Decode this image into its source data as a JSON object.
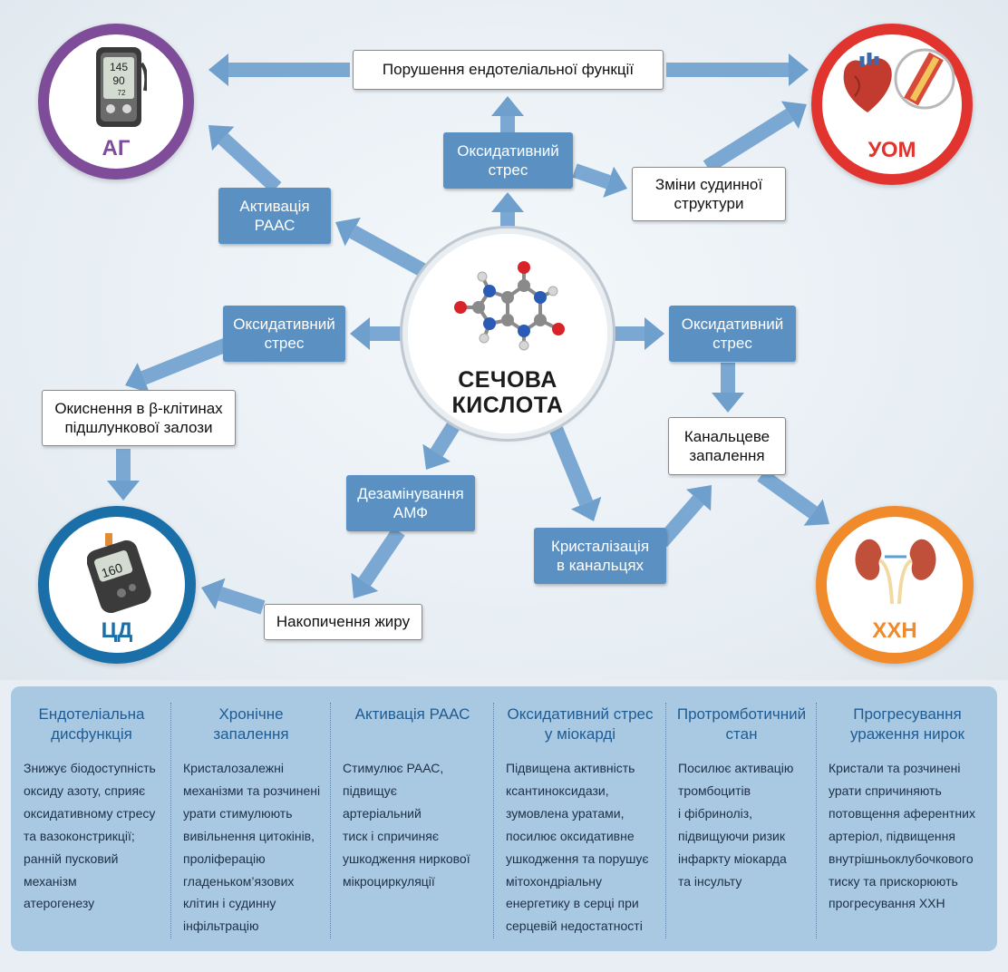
{
  "center": {
    "title": "СЕЧОВА\nКИСЛОТА"
  },
  "outcomes": {
    "ag": "АГ",
    "uom": "УОМ",
    "cd": "ЦД",
    "xxn": "ХХН"
  },
  "bp_monitor": {
    "sys": "145",
    "dia": "90",
    "pulse": "72"
  },
  "glucometer": {
    "reading": "160"
  },
  "boxes": {
    "endothelial": "Порушення ендотеліальної функції",
    "oxidative_top": "Оксидативний\nстрес",
    "vascular": "Зміни судинної\nструктури",
    "raas": "Активація\nРААС",
    "oxidative_left": "Оксидативний\nстрес",
    "oxidative_right": "Оксидативний\nстрес",
    "beta_cells": "Окиснення в β-клітинах\nпідшлункової залози",
    "tubular": "Канальцеве\nзапалення",
    "amp": "Дезамінування\nАМФ",
    "crystal": "Кристалізація\nв канальцях",
    "fat": "Накопичення жиру"
  },
  "table": {
    "columns": [
      {
        "heading": "Ендотеліальна\nдисфункція",
        "text": "Знижує біодоступність\nоксиду азоту, сприяє\nоксидативному стресу\nта вазоконстрикції;\nранній пусковий\nмеханізм\nатерогенезу"
      },
      {
        "heading": "Хронічне\nзапалення",
        "text": "Кристалозалежні\nмеханізми та розчинені\nурати стимулюють\nвивільнення цитокінів,\nпроліферацію\nгладеньком’язових\nклітин і судинну\nінфільтрацію"
      },
      {
        "heading": "Активація РААС",
        "text": "Стимулює РААС,\nпідвищує\nартеріальний\nтиск і спричиняє\nушкодження ниркової\nмікроциркуляції"
      },
      {
        "heading": "Оксидативний стрес\nу міокарді",
        "text": "Підвищена активність\nксантиноксидази,\nзумовлена уратами,\nпосилює оксидативне\nушкодження та порушує\nмітохондріальну\nенергетику в серці при\nсерцевій недостатності"
      },
      {
        "heading": "Протромботичний\nстан",
        "text": "Посилює активацію\nтромбоцитів\nі фібриноліз,\nпідвищуючи ризик\nінфаркту міокарда\nта інсульту"
      },
      {
        "heading": "Прогресування\nураження нирок",
        "text": "Кристали та розчинені\nурати спричиняють\nпотовщення аферентних\nартеріол, підвищення\nвнутрішньоклубочкового\nтиску та прискорюють\nпрогресування ХХН"
      }
    ]
  },
  "colors": {
    "ag": "#7e4c98",
    "uom": "#e1342f",
    "cd": "#1a6fa8",
    "xxn": "#f08a2a",
    "arrow": "#6f9fcc",
    "box_blue": "#5b91c2"
  }
}
